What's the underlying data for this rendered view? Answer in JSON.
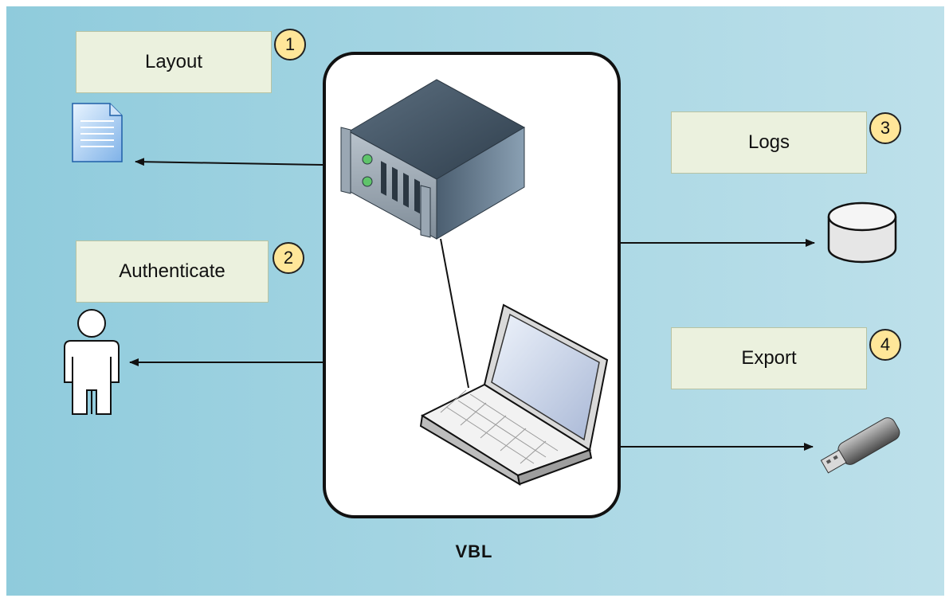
{
  "labels": {
    "layout": "Layout",
    "authenticate": "Authenticate",
    "logs": "Logs",
    "export": "Export"
  },
  "badges": {
    "one": "1",
    "two": "2",
    "three": "3",
    "four": "4"
  },
  "caption": "VBL",
  "icons": [
    "document-icon",
    "user-icon",
    "server-icon",
    "laptop-icon",
    "database-icon",
    "usb-drive-icon"
  ],
  "colors": {
    "background": "#a9d7e4",
    "label_fill": "#ebf1de",
    "badge_fill": "#ffe699"
  }
}
